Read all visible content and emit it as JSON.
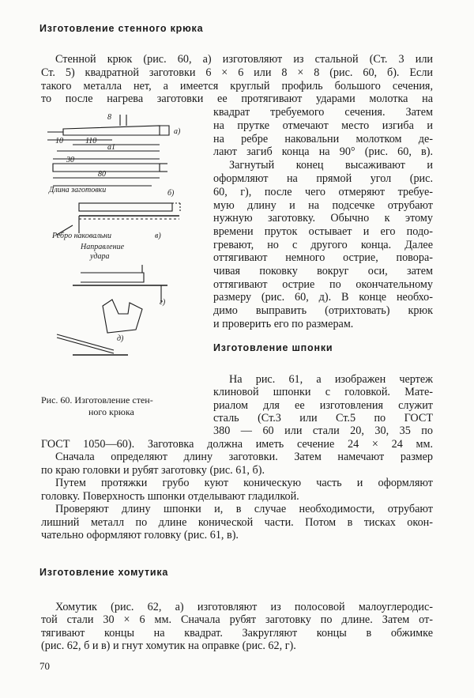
{
  "section1": {
    "heading": "Изготовление стенного крюка",
    "full_lines": [
      "Стенной крюк (рис. 60, а) изготовляют из стальной (Ст. 3 или",
      "Ст. 5) квадратной заготовки 6 × 6 или 8 × 8 (рис. 60, б). Если",
      "такого металла нет, а имеется круглый профиль большого сечения,",
      "то после нагрева заготовки ее протягивают ударами молотка на"
    ],
    "right_lines": [
      "квадрат требуемого сечения. Затем",
      "на прутке отмечают место изгиба и",
      "на ребре наковальни молотком де-",
      "лают загиб конца на 90° (рис. 60, в).",
      "Загнутый конец высаживают и",
      "оформляют на прямой угол (рис.",
      "60, г), после чего отмеряют требуе-",
      "мую длину и на подсечке отрубают",
      "нужную заготовку. Обычно к этому",
      "времени пруток остывает и его подо-",
      "гревают, но с другого конца. Далее",
      "оттягивают немного острие, повора-",
      "чивая поковку вокруг оси, затем",
      "оттягивают острие по окончательному",
      "размеру (рис. 60, д). В конце необхо-",
      "димо выправить (отрихтовать) крюк",
      "и проверить его по размерам."
    ]
  },
  "figure60": {
    "caption_line1": "Рис. 60. Изготовление стен-",
    "caption_line2": "ного крюка",
    "labels": {
      "a": "а)",
      "b": "б)",
      "v": "в)",
      "g": "г)",
      "d": "д)",
      "dim_8": "8",
      "dim_10": "10",
      "dim_110": "110",
      "dim_a1": "а1",
      "dim_30": "30",
      "dim_80": "80",
      "length_label": "Длина заготовки",
      "anvil_edge": "Ребро наковальни",
      "blow_dir1": "Направление",
      "blow_dir2": "удара"
    }
  },
  "section2": {
    "heading": "Изготовление шпонки",
    "right_lines": [
      "На рис. 61, а изображен чертеж",
      "клиновой шпонки с головкой. Мате-",
      "риалом для ее изготовления служит",
      "сталь (Ст.3 или Ст.5 по ГОСТ",
      "380 — 60 или стали 20, 30, 35 по"
    ],
    "full_lines": [
      "ГОСТ 1050—60). Заготовка должна иметь сечение 24 × 24 мм.",
      "Сначала определяют длину заготовки. Затем намечают размер",
      "по краю головки и рубят заготовку (рис. 61, б).",
      "Путем протяжки грубо куют коническую часть и оформляют",
      "головку. Поверхность шпонки отделывают гладилкой.",
      "Проверяют длину шпонки и, в случае необходимости, отрубают",
      "лишний металл по длине конической части. Потом в тисках окон-",
      "чательно оформляют головку (рис. 61, в)."
    ]
  },
  "section3": {
    "heading": "Изготовление хомутика",
    "full_lines": [
      "Хомутик (рис. 62, а) изготовляют из полосовой малоуглеродис-",
      "той стали 30 × 6 мм. Сначала рубят заготовку по длине. Затем от-",
      "тягивают концы на квадрат. Закругляют концы в обжимке",
      "(рис. 62, б и в) и гнут хомутик на оправке (рис. 62, г)."
    ]
  },
  "page_number": "70"
}
